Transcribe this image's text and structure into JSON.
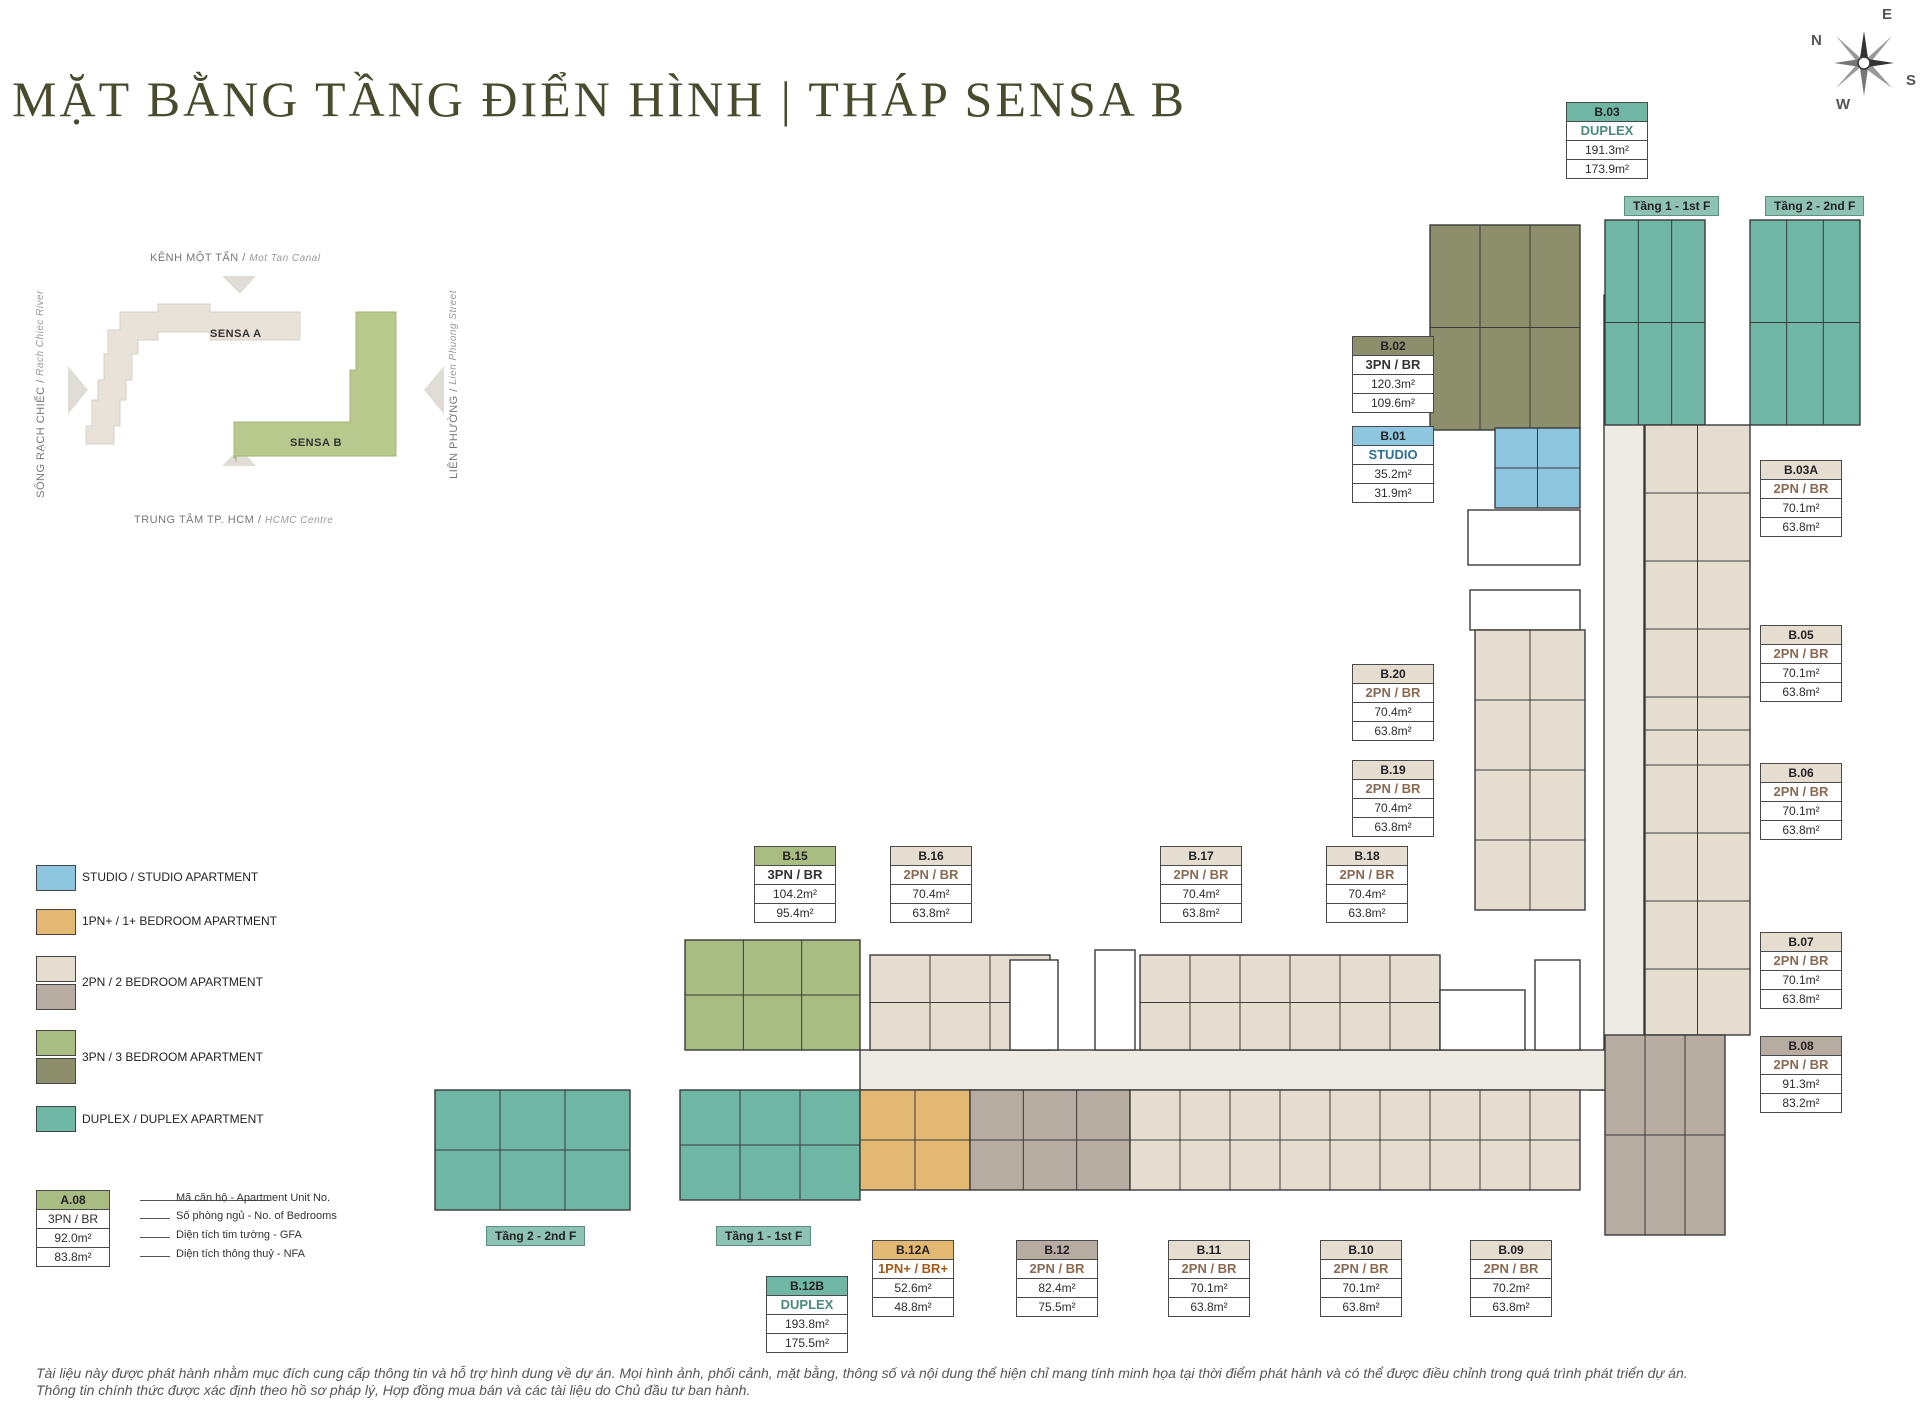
{
  "title": "MẶT BẰNG TẦNG ĐIỂN HÌNH | THÁP SENSA B",
  "compass": {
    "n": "N",
    "e": "E",
    "s": "S",
    "w": "W"
  },
  "site_map": {
    "top": {
      "vi": "KÊNH MỘT TẤN /",
      "en": "Mot Tan Canal"
    },
    "bottom": {
      "vi": "TRUNG TÂM TP. HCM /",
      "en": "HCMC Centre"
    },
    "left": {
      "vi": "SÔNG RẠCH CHIẾC /",
      "en": "Rach Chiec River"
    },
    "right": {
      "vi": "LIÊN PHƯỜNG /",
      "en": "Lien Phuong Street"
    },
    "tower_a": "SENSA A",
    "tower_b": "SENSA B"
  },
  "colors": {
    "studio": "#8ec5df",
    "one_br": "#e2b873",
    "two_br_light": "#e6ddd1",
    "two_br_dark": "#b7aca2",
    "three_br_light": "#a9bc82",
    "three_br_dark": "#8d8f6c",
    "duplex": "#6fb6a4",
    "corridor": "#eeeae4",
    "site_a": "#e8e2d8",
    "site_b": "#b9c98e"
  },
  "legend": [
    {
      "label": "STUDIO / STUDIO APARTMENT",
      "swatches": [
        "studio"
      ]
    },
    {
      "label": "1PN+ / 1+ BEDROOM APARTMENT",
      "swatches": [
        "one_br"
      ]
    },
    {
      "label": "2PN / 2 BEDROOM APARTMENT",
      "swatches": [
        "two_br_light",
        "two_br_dark"
      ]
    },
    {
      "label": "3PN / 3 BEDROOM APARTMENT",
      "swatches": [
        "three_br_light",
        "three_br_dark"
      ]
    },
    {
      "label": "DUPLEX / DUPLEX APARTMENT",
      "swatches": [
        "duplex"
      ]
    }
  ],
  "key": {
    "sample": [
      "A.08",
      "3PN / BR",
      "92.0m²",
      "83.8m²"
    ],
    "lines": [
      "Mã căn hộ - Apartment Unit No.",
      "Số phòng ngủ - No. of Bedrooms",
      "Diện tích tim tường - GFA",
      "Diện tích thông thuỷ - NFA"
    ]
  },
  "units": [
    {
      "code": "B.01",
      "type": "STUDIO",
      "gfa": "35.2m²",
      "nfa": "31.9m²",
      "color": "studio"
    },
    {
      "code": "B.02",
      "type": "3PN / BR",
      "gfa": "120.3m²",
      "nfa": "109.6m²",
      "color": "three_br_dark"
    },
    {
      "code": "B.03",
      "type": "DUPLEX",
      "gfa": "191.3m²",
      "nfa": "173.9m²",
      "color": "duplex"
    },
    {
      "code": "B.03A",
      "type": "2PN / BR",
      "gfa": "70.1m²",
      "nfa": "63.8m²",
      "color": "two_br_light"
    },
    {
      "code": "B.05",
      "type": "2PN / BR",
      "gfa": "70.1m²",
      "nfa": "63.8m²",
      "color": "two_br_light"
    },
    {
      "code": "B.06",
      "type": "2PN / BR",
      "gfa": "70.1m²",
      "nfa": "63.8m²",
      "color": "two_br_light"
    },
    {
      "code": "B.07",
      "type": "2PN / BR",
      "gfa": "70.1m²",
      "nfa": "63.8m²",
      "color": "two_br_light"
    },
    {
      "code": "B.08",
      "type": "2PN / BR",
      "gfa": "91.3m²",
      "nfa": "83.2m²",
      "color": "two_br_dark"
    },
    {
      "code": "B.09",
      "type": "2PN / BR",
      "gfa": "70.2m²",
      "nfa": "63.8m²",
      "color": "two_br_light"
    },
    {
      "code": "B.10",
      "type": "2PN / BR",
      "gfa": "70.1m²",
      "nfa": "63.8m²",
      "color": "two_br_light"
    },
    {
      "code": "B.11",
      "type": "2PN / BR",
      "gfa": "70.1m²",
      "nfa": "63.8m²",
      "color": "two_br_light"
    },
    {
      "code": "B.12",
      "type": "2PN / BR",
      "gfa": "82.4m²",
      "nfa": "75.5m²",
      "color": "two_br_dark"
    },
    {
      "code": "B.12A",
      "type": "1PN+ / BR+",
      "gfa": "52.6m²",
      "nfa": "48.8m²",
      "color": "one_br"
    },
    {
      "code": "B.12B",
      "type": "DUPLEX",
      "gfa": "193.8m²",
      "nfa": "175.5m²",
      "color": "duplex"
    },
    {
      "code": "B.15",
      "type": "3PN / BR",
      "gfa": "104.2m²",
      "nfa": "95.4m²",
      "color": "three_br_light"
    },
    {
      "code": "B.16",
      "type": "2PN / BR",
      "gfa": "70.4m²",
      "nfa": "63.8m²",
      "color": "two_br_light"
    },
    {
      "code": "B.17",
      "type": "2PN / BR",
      "gfa": "70.4m²",
      "nfa": "63.8m²",
      "color": "two_br_light"
    },
    {
      "code": "B.18",
      "type": "2PN / BR",
      "gfa": "70.4m²",
      "nfa": "63.8m²",
      "color": "two_br_light"
    },
    {
      "code": "B.19",
      "type": "2PN / BR",
      "gfa": "70.4m²",
      "nfa": "63.8m²",
      "color": "two_br_light"
    },
    {
      "code": "B.20",
      "type": "2PN / BR",
      "gfa": "70.4m²",
      "nfa": "63.8m²",
      "color": "two_br_light"
    }
  ],
  "floor_labels": {
    "b03_f1": "Tầng 1 - 1st F",
    "b03_f2": "Tầng 2 - 2nd F",
    "b12b_f1": "Tầng 1 - 1st F",
    "b12b_f2": "Tầng 2 - 2nd F"
  },
  "disclaimer": [
    "Tài liệu này được phát hành nhằm mục đích cung cấp thông tin và hỗ trợ hình dung về dự án. Mọi hình ảnh, phối cảnh, mặt bằng, thông số và nội dung thể hiện chỉ mang tính minh họa tại thời điểm phát hành và có thể được điều chỉnh trong quá trình phát triển dự án.",
    "Thông tin chính thức được xác định theo hồ sơ pháp lý, Hợp đồng mua bán và các tài liệu do Chủ đầu tư ban hành."
  ]
}
